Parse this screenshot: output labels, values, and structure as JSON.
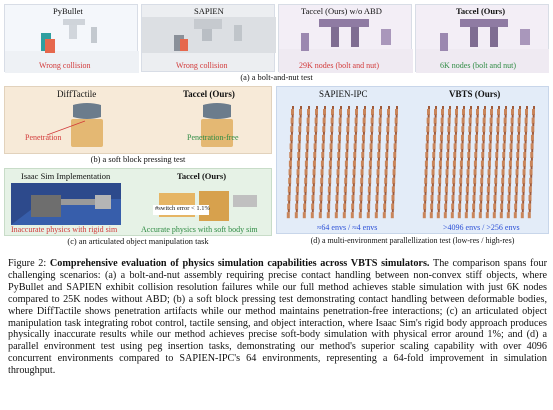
{
  "panel_a": {
    "sims": [
      {
        "name": "PyBullet",
        "status": "Wrong collision",
        "status_color": "#d23a3a"
      },
      {
        "name": "SAPIEN",
        "status": "Wrong collision",
        "status_color": "#d23a3a"
      },
      {
        "name": "Taccel (Ours) w/o ABD",
        "status": "29K nodes (bolt and nut)",
        "status_color": "#d23a3a"
      },
      {
        "name": "Taccel (Ours)",
        "status": "6K nodes (bolt and nut)",
        "status_color": "#2e8b43"
      }
    ],
    "caption": "(a) a bolt-and-nut test"
  },
  "panel_b": {
    "left_title": "DiffTactile",
    "right_title": "Taccel (Ours)",
    "left_note": "Penetration",
    "right_note": "Penetration-free",
    "caption": "(b) a soft block pressing test"
  },
  "panel_c": {
    "left_title": "Isaac Sim Implementation",
    "right_title": "Taccel (Ours)",
    "left_note": "Inaccurate physics with rigid sim",
    "right_note": "Accurate physics with soft body sim",
    "error_label": "#switch error < 1.1%",
    "caption": "(c) an articulated object manipulation task"
  },
  "panel_d": {
    "left_title": "SAPIEN-IPC",
    "right_title": "VBTS (Ours)",
    "left_note": "≈64 envs / ≈4 envs",
    "right_note": ">4096 envs / >256 envs",
    "caption": "(d) a multi-environment parallellization test (low-res / high-res)"
  },
  "caption": {
    "fig_label": "Figure 2:",
    "title": "Comprehensive evaluation of physics simulation capabilities across VBTS simulators.",
    "body": "The comparison spans four challenging scenarios: (a) a bolt-and-nut assembly requiring precise contact handling between non-convex stiff objects, where PyBullet and SAPIEN exhibit collision resolution failures while our full method achieves stable simulation with just 6K nodes compared to 25K nodes without ABD; (b) a soft block pressing test demonstrating contact handling between deformable bodies, where DiffTactile shows penetration artifacts while our method maintains penetration-free interactions; (c) an articulated object manipulation task integrating robot control, tactile sensing, and object interaction, where Isaac Sim's rigid body approach produces physically inaccurate results while our method achieves precise soft-body simulation with physical error around 1%; and (d) a parallel environment test using peg insertion tasks, demonstrating our method's superior scaling capability with over 4096 concurrent environments compared to SAPIEN-IPC's 64 environments, representing a 64-fold improvement in simulation throughput."
  },
  "colors": {
    "panel_a_bg": "#f2f6fb",
    "panel_b_bg": "#f7ead8",
    "panel_c_bg": "#e6f2e6",
    "panel_d_bg": "#e3ecf8"
  }
}
